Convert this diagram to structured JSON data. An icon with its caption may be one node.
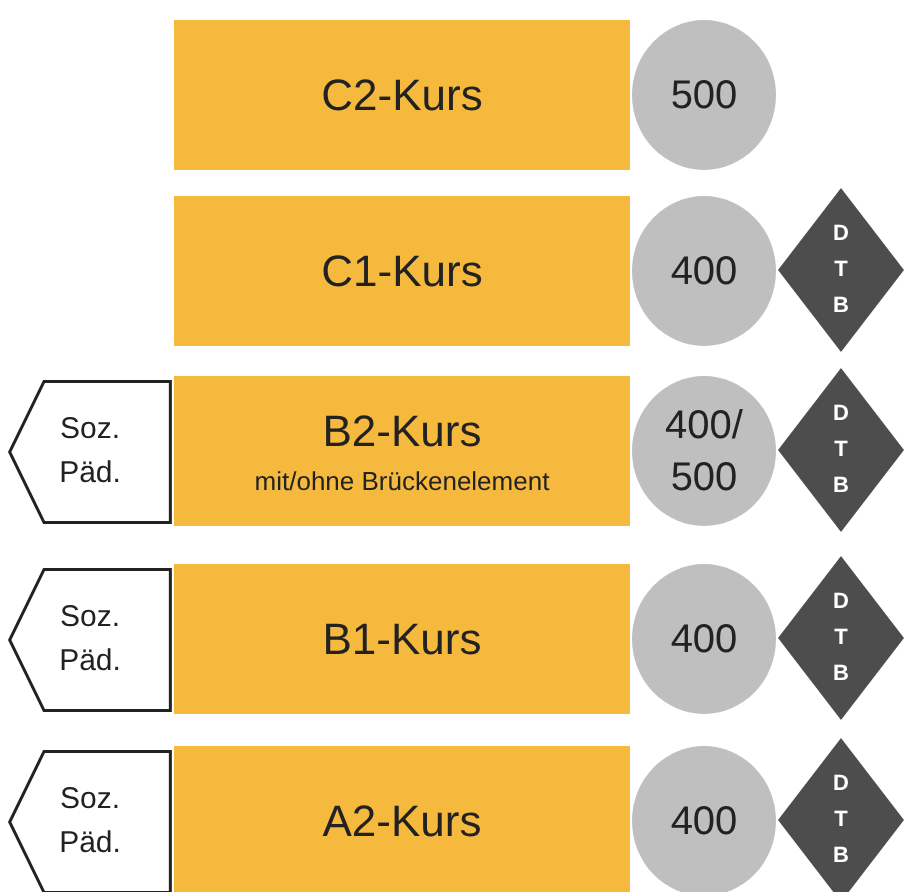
{
  "diagram": {
    "nodes": [
      {
        "text": [
          "C2-Kurs"
        ]
      },
      {
        "text": [
          "500"
        ]
      },
      {
        "text": [
          "C1-Kurs"
        ]
      },
      {
        "text": [
          "400"
        ]
      },
      {
        "text": [
          "D T B"
        ]
      },
      {
        "text": [
          "Soz. Päd."
        ]
      },
      {
        "text": [
          "B2-Kurs",
          "mit/ohne Brückenelement"
        ]
      },
      {
        "text": [
          "400/ 500"
        ]
      },
      {
        "text": [
          "D T B"
        ]
      },
      {
        "text": [
          "Soz. Päd."
        ]
      },
      {
        "text": [
          "B1-Kurs"
        ]
      },
      {
        "text": [
          "400"
        ]
      },
      {
        "text": [
          "D T B"
        ]
      },
      {
        "text": [
          "Soz. Päd."
        ]
      },
      {
        "text": [
          "A2-Kurs"
        ]
      },
      {
        "text": [
          "400"
        ]
      },
      {
        "text": [
          "D T B"
        ]
      }
    ]
  }
}
